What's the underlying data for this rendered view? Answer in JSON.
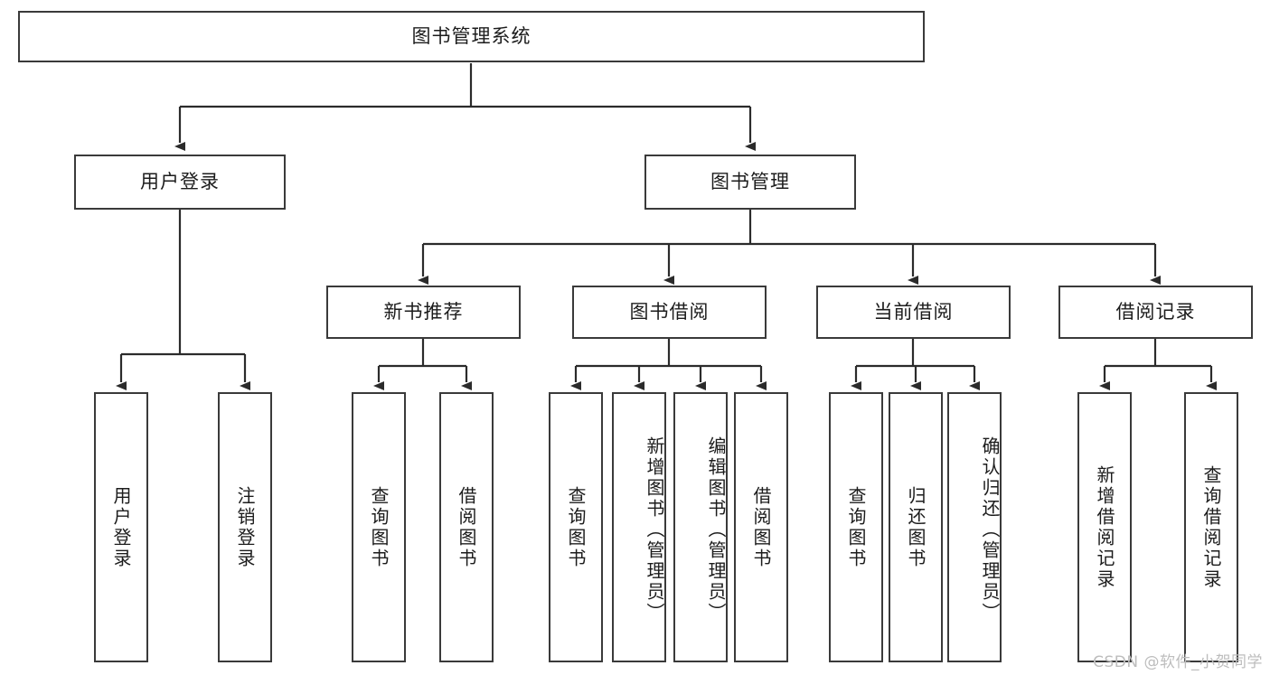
{
  "diagram": {
    "title_text": "图书管理系统",
    "type": "tree-hierarchy-diagram",
    "watermark": "CSDN @软件_小贺同学",
    "colors": {
      "box_border": "#3a3a3a",
      "box_fill": "#ffffff",
      "connector": "#2b2b2b",
      "text": "#1c1c1c",
      "watermark": "#bdbdbd",
      "background": "#ffffff"
    },
    "root": {
      "label": "图书管理系统"
    },
    "level2": [
      {
        "label": "用户登录"
      },
      {
        "label": "图书管理"
      }
    ],
    "level3": [
      {
        "label": "新书推荐"
      },
      {
        "label": "图书借阅"
      },
      {
        "label": "当前借阅"
      },
      {
        "label": "借阅记录"
      }
    ],
    "leaves": {
      "user_login": [
        {
          "label": "用户登录"
        },
        {
          "label": "注销登录"
        }
      ],
      "new_book_recommend": [
        {
          "label": "查询图书"
        },
        {
          "label": "借阅图书"
        }
      ],
      "book_borrow": [
        {
          "label": "查询图书"
        },
        {
          "label": "新增图书（管理员）"
        },
        {
          "label": "编辑图书（管理员）"
        },
        {
          "label": "借阅图书"
        }
      ],
      "current_borrow": [
        {
          "label": "查询图书"
        },
        {
          "label": "归还图书"
        },
        {
          "label": "确认归还（管理员）"
        }
      ],
      "borrow_record": [
        {
          "label": "新增借阅记录"
        },
        {
          "label": "查询借阅记录"
        }
      ]
    }
  }
}
